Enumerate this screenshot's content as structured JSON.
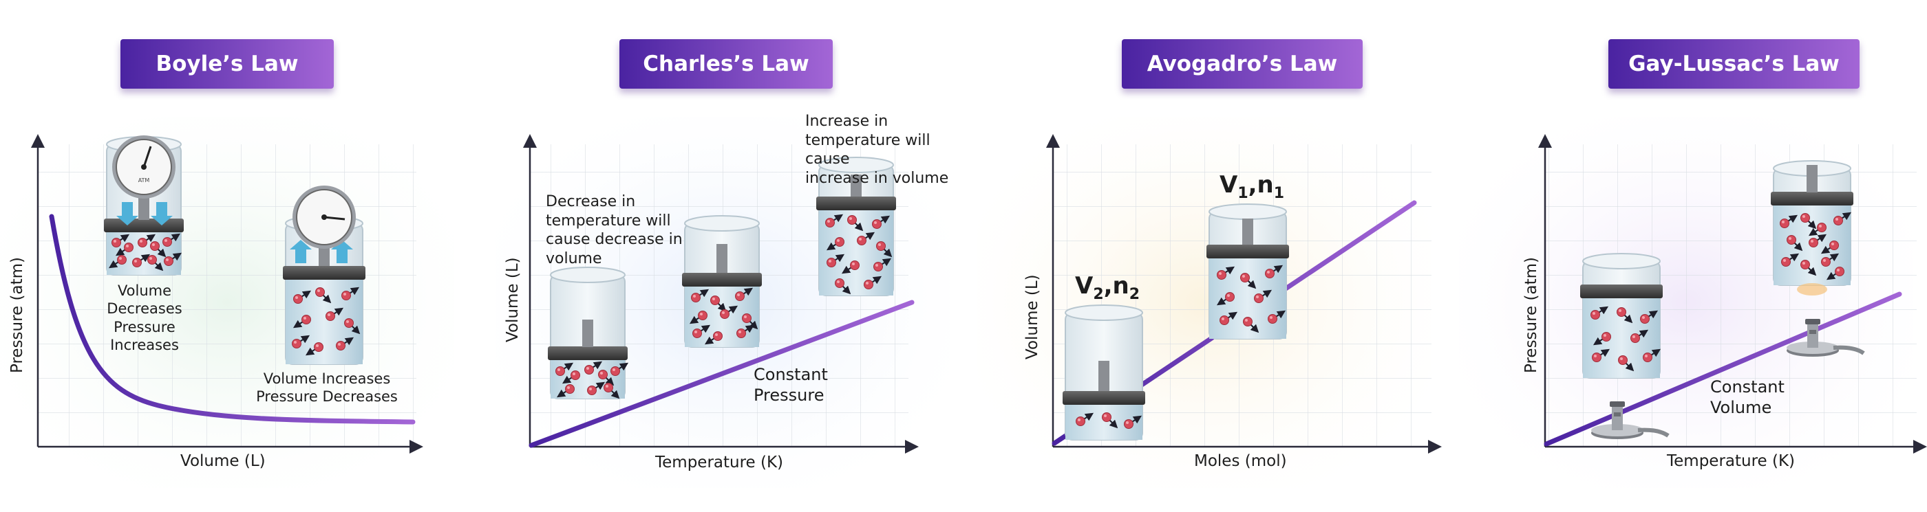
{
  "colors": {
    "banner_start": "#4a23a1",
    "banner_end": "#a366d6",
    "curve_dark": "#4a23a1",
    "curve_light": "#a366d6",
    "axis": "#2a2a3a",
    "molecule": "#d64b5b"
  },
  "panels": [
    {
      "title": "Boyle’s Law",
      "x_label": "Volume (L)",
      "y_label": "Pressure (atm)",
      "annotations": [
        "Volume\nDecreases\nPressure\nIncreases",
        "Volume Increases\nPressure Decreases"
      ],
      "gauge_label": "ATM"
    },
    {
      "title": "Charles’s Law",
      "x_label": "Temperature (K)",
      "y_label": "Volume (L)",
      "annotations": [
        "Decrease in\ntemperature will\ncause decrease in\nvolume",
        "Increase in\ntemperature will cause\nincrease in volume",
        "Constant\nPressure"
      ]
    },
    {
      "title": "Avogadro’s Law",
      "x_label": "Moles (mol)",
      "y_label": "Volume (L)",
      "state_labels": {
        "a_main": "V",
        "a_sub1": "1",
        "a_sep": ",n",
        "a_sub2": "1",
        "b_main": "V",
        "b_sub1": "2",
        "b_sep": ",n",
        "b_sub2": "2"
      }
    },
    {
      "title": "Gay-Lussac’s Law",
      "x_label": "Temperature (K)",
      "y_label": "Pressure (atm)",
      "annotations": [
        "Constant\nVolume"
      ]
    }
  ]
}
